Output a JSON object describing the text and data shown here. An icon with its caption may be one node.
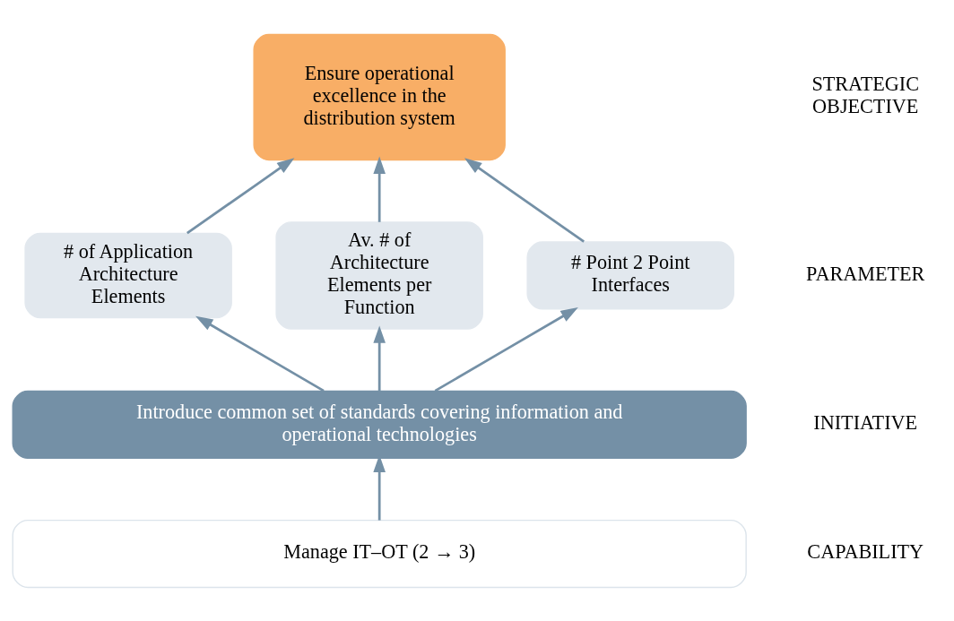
{
  "diagram": {
    "nodes": [
      {
        "text": [
          "Ensure operational excellence in the distribution system"
        ]
      },
      {
        "text": [
          "# of Application Architecture Elements"
        ]
      },
      {
        "text": [
          "Av. # of Architecture Elements per Function"
        ]
      },
      {
        "text": [
          "# Point 2 Point Interfaces"
        ]
      },
      {
        "text": [
          "Introduce common set of standards covering information and operational technologies"
        ]
      },
      {
        "text": [
          "Manage IT–OT (2 → 3)"
        ]
      }
    ],
    "edges": [
      {
        "from": 1,
        "to": 0,
        "arrow": "to"
      },
      {
        "from": 2,
        "to": 0,
        "arrow": "to"
      },
      {
        "from": 3,
        "to": 0,
        "arrow": "to"
      },
      {
        "from": 4,
        "to": 1,
        "arrow": "to"
      },
      {
        "from": 4,
        "to": 2,
        "arrow": "to"
      },
      {
        "from": 4,
        "to": 3,
        "arrow": "to"
      },
      {
        "from": 5,
        "to": 4,
        "arrow": "to"
      }
    ],
    "labels": [
      "STRATEGIC OBJECTIVE",
      "PARAMETER",
      "INITIATIVE",
      "CAPABILITY"
    ]
  }
}
